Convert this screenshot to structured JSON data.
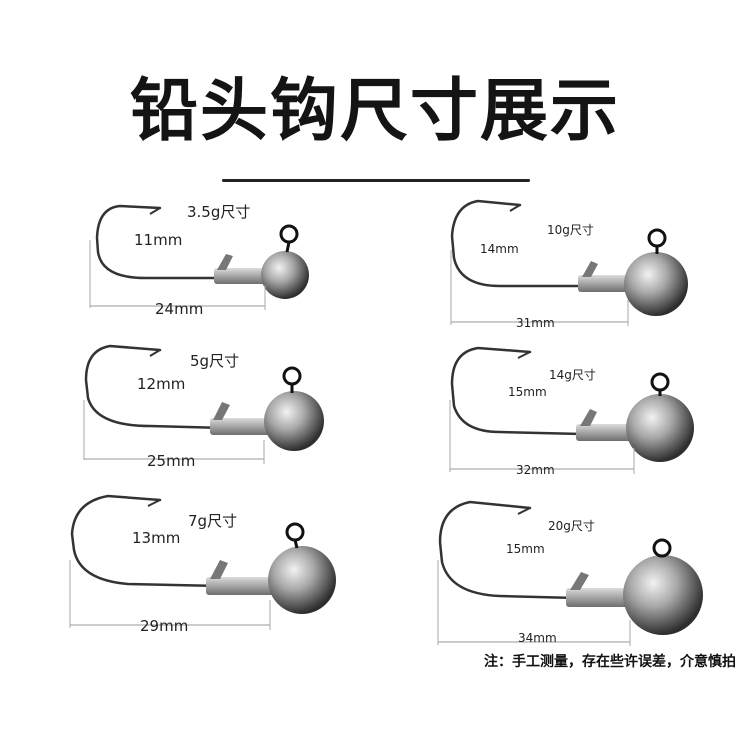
{
  "title": "铅头钩尺寸展示",
  "note": "注：手工测量，存在些许误差，介意慎拍",
  "hooks": [
    {
      "weight": "3.5g尺寸",
      "height": "11mm",
      "length": "24mm"
    },
    {
      "weight": "5g尺寸",
      "height": "12mm",
      "length": "25mm"
    },
    {
      "weight": "7g尺寸",
      "height": "13mm",
      "length": "29mm"
    },
    {
      "weight": "10g尺寸",
      "height": "14mm",
      "length": "31mm"
    },
    {
      "weight": "14g尺寸",
      "height": "15mm",
      "length": "32mm"
    },
    {
      "weight": "20g尺寸",
      "height": "15mm",
      "length": "34mm"
    }
  ],
  "colors": {
    "text": "#141414",
    "hook": "#333333",
    "lead": "#8a8a8a"
  }
}
